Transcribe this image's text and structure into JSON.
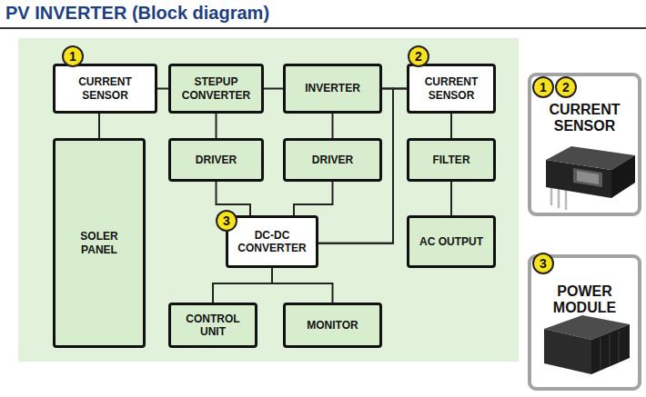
{
  "diagram": {
    "title": "PV INVERTER (Block diagram)",
    "nodes": [
      {
        "text": [
          "CURRENT SENSOR"
        ]
      },
      {
        "text": [
          "STEPUP CONVERTER"
        ]
      },
      {
        "text": [
          "INVERTER"
        ]
      },
      {
        "text": [
          "CURRENT SENSOR"
        ]
      },
      {
        "text": [
          "SOLER PANEL"
        ]
      },
      {
        "text": [
          "DRIVER"
        ]
      },
      {
        "text": [
          "DRIVER"
        ]
      },
      {
        "text": [
          "FILTER"
        ]
      },
      {
        "text": [
          "DC-DC CONVERTER"
        ]
      },
      {
        "text": [
          "AC OUTPUT"
        ]
      },
      {
        "text": [
          "CONTROL UNIT"
        ]
      },
      {
        "text": [
          "MONITOR"
        ]
      },
      {
        "text": [
          "CURRENT SENSOR"
        ]
      },
      {
        "text": [
          "POWER MODULE"
        ]
      }
    ],
    "edges": [
      {
        "from": 0,
        "to": 1,
        "arrow": "none"
      },
      {
        "from": 0,
        "to": 4,
        "arrow": "none"
      },
      {
        "from": 1,
        "to": 2,
        "arrow": "none"
      },
      {
        "from": 2,
        "to": 3,
        "arrow": "none"
      },
      {
        "from": 1,
        "to": 5,
        "arrow": "none"
      },
      {
        "from": 2,
        "to": 6,
        "arrow": "none"
      },
      {
        "from": 3,
        "to": 7,
        "arrow": "none"
      },
      {
        "from": 7,
        "to": 9,
        "arrow": "none"
      },
      {
        "from": 5,
        "to": 8,
        "arrow": "none"
      },
      {
        "from": 6,
        "to": 8,
        "arrow": "none"
      },
      {
        "from": 8,
        "to": 2,
        "arrow": "none"
      },
      {
        "from": 8,
        "to": 3,
        "arrow": "none"
      },
      {
        "from": 8,
        "to": 10,
        "arrow": "none"
      },
      {
        "from": 8,
        "to": 11,
        "arrow": "none"
      }
    ],
    "labels": [
      "1",
      "2",
      "1",
      "2",
      "3",
      "3"
    ]
  }
}
